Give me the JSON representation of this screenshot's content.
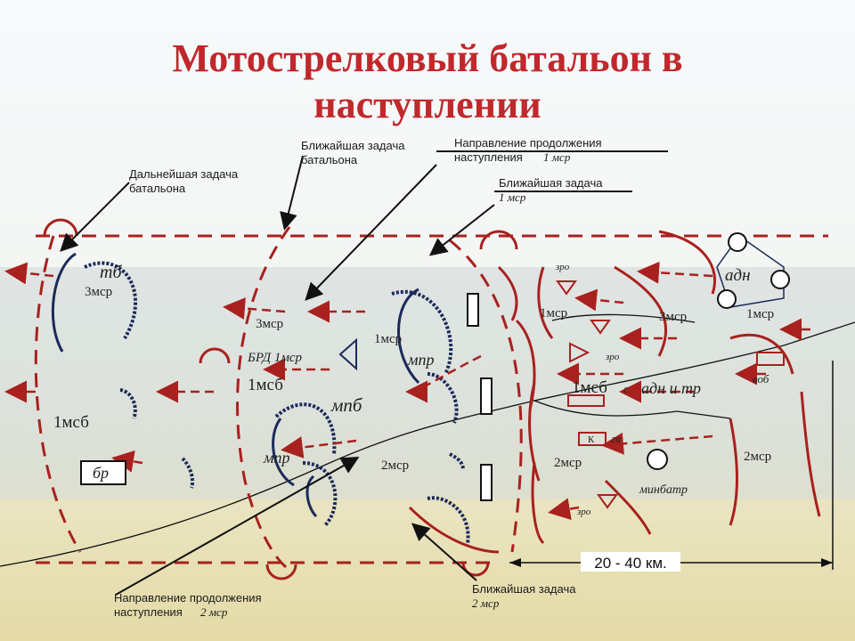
{
  "title": {
    "line1": "Мотострелковый батальон в",
    "line2": "наступлении"
  },
  "callouts": {
    "distant_task": {
      "line1": "Дальнейшая задача",
      "line2": "батальона"
    },
    "nearest_task_battalion": {
      "line1": "Ближайшая задача",
      "line2": "батальона"
    },
    "continue_1msr": {
      "line1": "Направление продолжения",
      "line2": "наступления",
      "unit": "1 мср"
    },
    "nearest_task_1msr": {
      "line1": "Ближайшая задача",
      "unit": "1 мср"
    },
    "continue_2msr": {
      "line1": "Направление продолжения",
      "line2": "наступления",
      "unit": "2 мср"
    },
    "nearest_task_2msr": {
      "line1": "Ближайшая задача",
      "unit": "2 мср"
    }
  },
  "units": {
    "tb": "тб",
    "msr3_left": "3мср",
    "msr3_mid": "3мср",
    "brd": "БРД 1мср",
    "msb_1": "1мсб",
    "msb_left": "1мсб",
    "mpb": "мпб",
    "mpr_upper": "мпр",
    "mpr_lower": "мпр",
    "msr1_upper": "1мср",
    "msr2_mid": "2мср",
    "br": "бр",
    "zro_top": "зро",
    "zro_mid": "зро",
    "zro_bottom": "зро",
    "msr1_front": "1мср",
    "msr3_front": "3мср",
    "adn": "адн",
    "msr1_right": "1мср",
    "msb_c": "1мсб",
    "msb_c_suffix": "с",
    "adn_tr": "адн и тр",
    "vob": "воб",
    "gv": "гв",
    "k": "К",
    "msr2_front": "2мср",
    "minbatr": "минбатр",
    "msr2_right": "2мср"
  },
  "scale": {
    "label": "20 - 40 км."
  },
  "colors": {
    "title": "#c0282c",
    "lines": "#a8211e",
    "friendly": "#1c2a5a"
  }
}
